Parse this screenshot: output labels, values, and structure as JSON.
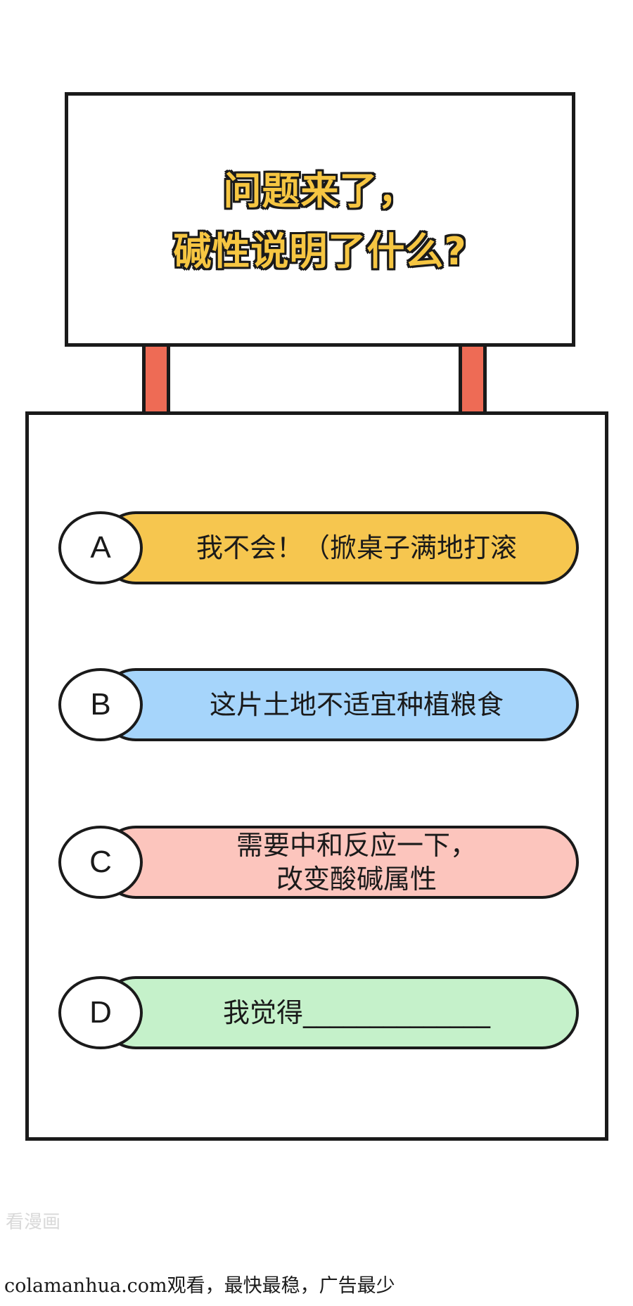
{
  "sign": {
    "line1": "问题来了，",
    "line2": "碱性说明了什么?"
  },
  "options": [
    {
      "letter": "A",
      "text": "我不会！（掀桌子满地打滚",
      "color": "#f6c64f"
    },
    {
      "letter": "B",
      "text": "这片土地不适宜种植粮食",
      "color": "#a6d5fb"
    },
    {
      "letter": "C",
      "text": "需要中和反应一下，\n改变酸碱属性",
      "color": "#fcc5bd"
    },
    {
      "letter": "D",
      "text": "我觉得______________",
      "color": "#c5f1ca"
    }
  ],
  "watermark": "看漫画",
  "footer": "colamanhua.com观看，最快最稳，广告最少"
}
